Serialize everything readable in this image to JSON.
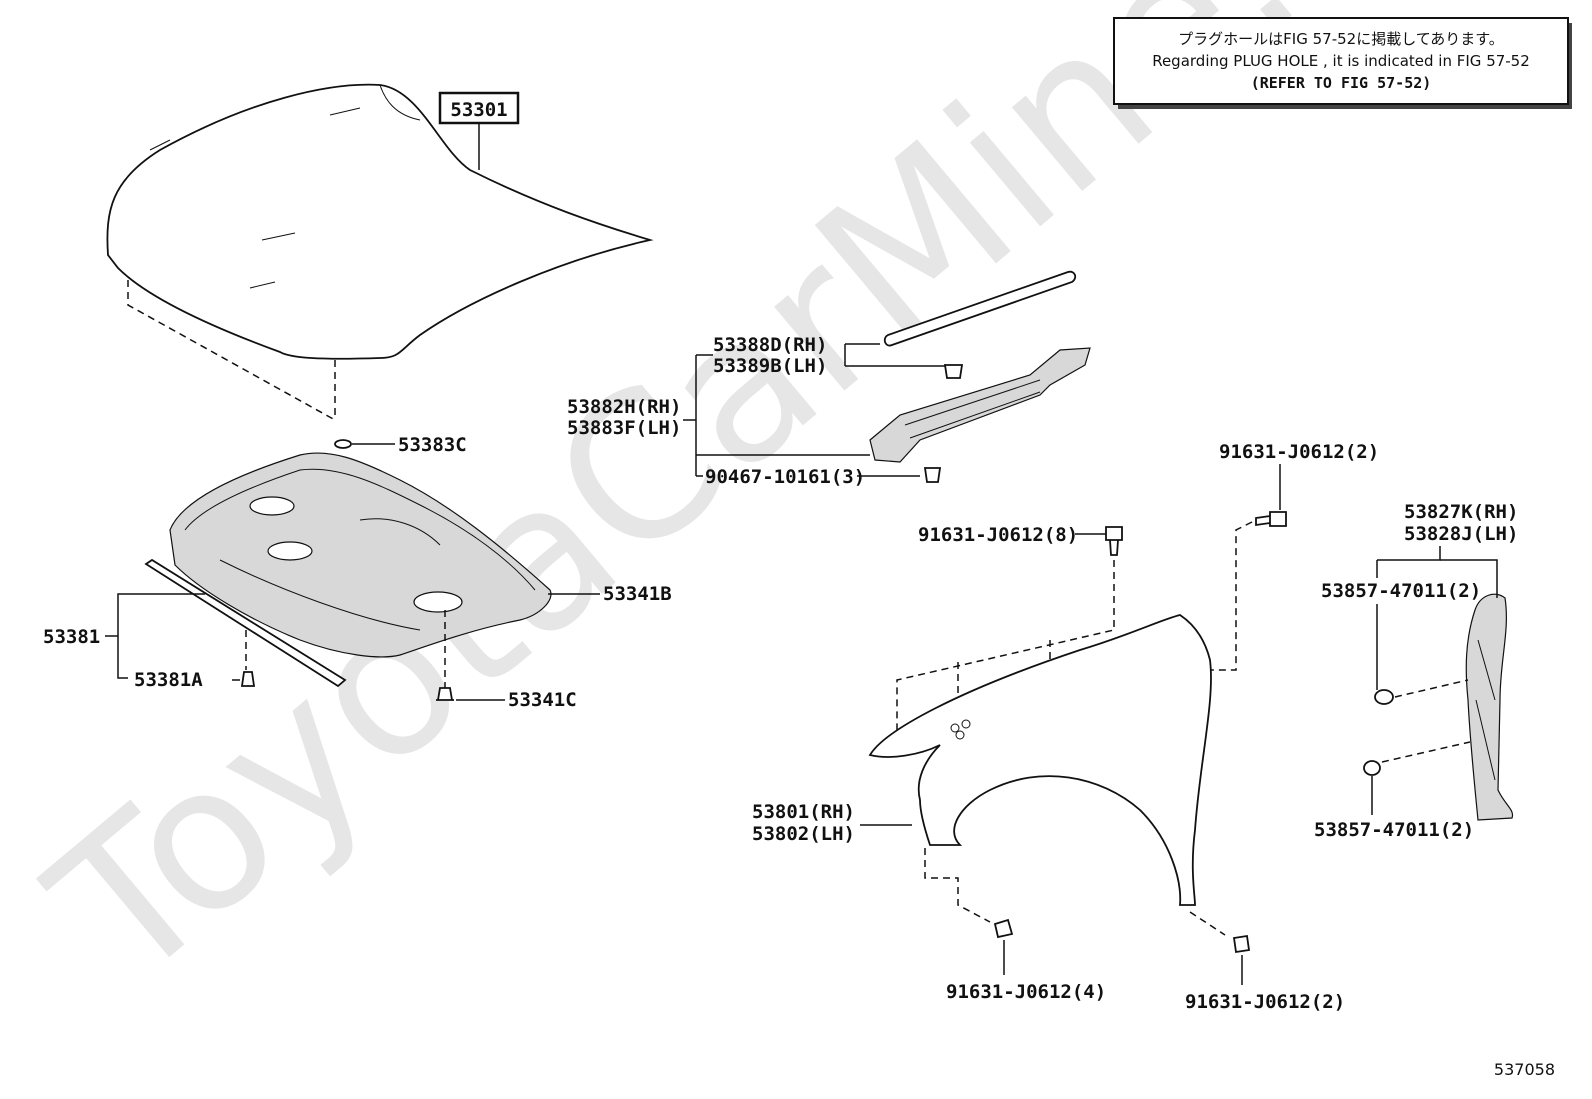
{
  "watermark": "ToyotaCarMine.ru",
  "note": {
    "line1": "プラグホールはFIG 57-52に掲載してあります。",
    "line2": "Regarding PLUG HOLE , it is indicated in FIG 57-52",
    "line3": "(REFER TO FIG 57-52)"
  },
  "figure_number": "537058",
  "labels": {
    "hood": "53301",
    "cushion": "53383C",
    "insulator": "53341B",
    "insulator_clip": "53341C",
    "seal": "53381",
    "seal_clip": "53381A",
    "seal_upper_rh": "53388D(RH)",
    "seal_upper_lh": "53389B(LH)",
    "bracket_rh": "53882H(RH)",
    "bracket_lh": "53883F(LH)",
    "bracket_clip": "90467-10161(3)",
    "bolt_8": "91631-J0612(8)",
    "bolt_2_top": "91631-J0612(2)",
    "fender_rh": "53801(RH)",
    "fender_lh": "53802(LH)",
    "bolt_4": "91631-J0612(4)",
    "bolt_2_bottom": "91631-J0612(2)",
    "panel_rh": "53827K(RH)",
    "panel_lh": "53828J(LH)",
    "panel_clip_top": "53857-47011(2)",
    "panel_clip_bottom": "53857-47011(2)"
  }
}
